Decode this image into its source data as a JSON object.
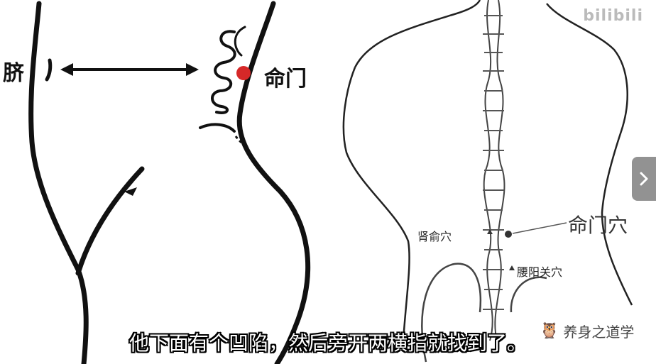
{
  "left_figure": {
    "navel_label": "脐",
    "point_label": "命门"
  },
  "right_figure": {
    "point_label": "命门穴",
    "side_label_left": "肾俞穴",
    "side_label_lower": "腰阳关穴"
  },
  "watermark": "bilibili",
  "brand": {
    "icon": "owl-logo-icon",
    "text": "养身之道学"
  },
  "subtitle": "他下面有个凹陷，然后旁开两横指就找到了。",
  "controls": {
    "next_icon": "chevron-right-icon"
  },
  "colors": {
    "accent_point": "#d62828",
    "subtitle_text": "#ffffff"
  }
}
